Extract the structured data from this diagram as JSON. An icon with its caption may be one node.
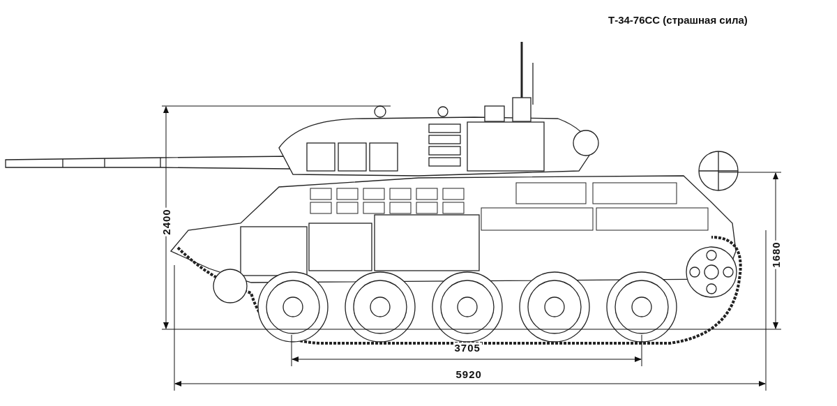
{
  "diagram": {
    "title": "Т-34-76СС (страшная сила)",
    "labels": [
      "2400",
      "1680",
      "3705",
      "5920"
    ]
  }
}
